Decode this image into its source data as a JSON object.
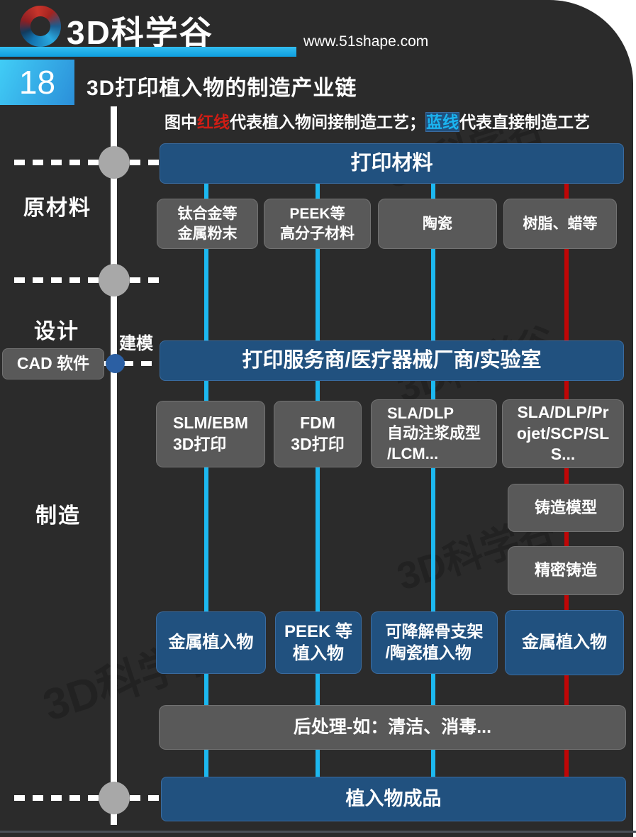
{
  "colors": {
    "panel_bg": "#2b2b2b",
    "cyan_line": "#1cb8f0",
    "red_line": "#c00606",
    "box_blue": "#21517f",
    "box_gray": "#595959",
    "legend_red": "#cf1d15",
    "legend_blue": "#1ab4f0",
    "accent_bar": "#0f9fdf",
    "timeline_white": "#ffffff",
    "node_gray": "#a8a8a8",
    "node_blue": "#2b5fa3"
  },
  "header": {
    "logo_text": "3D科学谷",
    "website": "www.51shape.com",
    "slide_number": "18",
    "title": "3D打印植入物的制造产业链"
  },
  "legend": {
    "prefix": "图中",
    "red_label": "红线",
    "middle": "代表植入物间接制造工艺；",
    "blue_label": "蓝线",
    "suffix": "代表直接制造工艺"
  },
  "timeline": {
    "stage_raw_material": "原材料",
    "stage_design": "设计",
    "stage_manufacture": "制造",
    "modeling_label": "建模",
    "cad_label": "CAD 软件"
  },
  "flow": {
    "materials_header": "打印材料",
    "materials": [
      {
        "label": "钛合金等\n金属粉末"
      },
      {
        "label": "PEEK等\n高分子材料"
      },
      {
        "label": "陶瓷"
      },
      {
        "label": "树脂、蜡等"
      }
    ],
    "service_header": "打印服务商/医疗器械厂商/实验室",
    "processes": [
      {
        "label": "SLM/EBM\n3D打印"
      },
      {
        "label": "FDM\n3D打印"
      },
      {
        "label": "SLA/DLP\n自动注浆成型\n/LCM..."
      },
      {
        "label": "SLA/DLP/Projet/SCP/SLS..."
      }
    ],
    "casting_steps": [
      {
        "label": "铸造模型"
      },
      {
        "label": "精密铸造"
      }
    ],
    "implants": [
      {
        "label": "金属植入物"
      },
      {
        "label": "PEEK 等\n植入物"
      },
      {
        "label": "可降解骨支架\n/陶瓷植入物"
      },
      {
        "label": "金属植入物"
      }
    ],
    "post_process": "后处理-如：清洁、消毒...",
    "final_product": "植入物成品"
  },
  "watermark_text": "3D科学谷"
}
